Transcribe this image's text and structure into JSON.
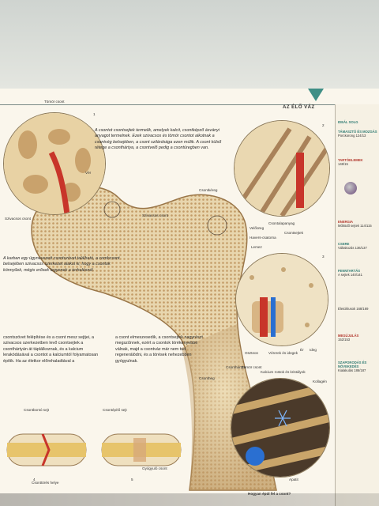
{
  "header": {
    "section_title": "AZ ÉLŐ VÁZ"
  },
  "labels": {
    "top_bone": "Tömör csont",
    "vein": "Vér",
    "spongy_bone": "Szivacsos csont",
    "spongy_bone_mid": "Szivacsos csont",
    "cortical_bone": "Csontkéreg",
    "compact_bone": "Tömör csont",
    "basic_substance": "Csontalapanyag",
    "bone_marrow": "Velőüreg",
    "osteocyte": "Csontsejtek",
    "haversian_canal": "Havers-csatorna",
    "lamellae": "Lemez",
    "blood_vessel": "Ér",
    "nerve": "Ideg",
    "lining": "Csonthártya",
    "collagen": "Kollagén",
    "apatite": "Apatit",
    "osteoclast": "Csontbontó sejt",
    "osteoblast_block": "Csontépítő sejt",
    "osteon": "Oszteon",
    "vessels_nerves": "Vérerek és idegek",
    "calcium": "Kalcium rostok és kristályok",
    "damaged_bone": "Csonttörés helye",
    "healing_bone": "Gyógyuló csont",
    "callus": "Csontheg",
    "fig_caption": "Hogyan épül fel a csont?"
  },
  "texts": {
    "main_italic": "A csontot csontsejtek termelik, amelyek kalcit, csontképző ásványi anyagot termelnek. Ezek szivacsos és tömör csontot alkotnak a csontvég belsejében, a csont szilárdsága ezen múlik. A csont külső rétege a csonthártya, a csontvelő pedig a csontüregben van.",
    "left_caption": "A karban egy úgynevezett csontszövet található, a combcsont belsejében szivacsos szerkezet alakul ki, hogy a csontok könnyűek, mégis erősek legyenek a terhelésnél.",
    "body_left": "csontszövet felépítése és a csont mesz sejtjei, a szivacsos szerkezetben levő csontsejtek a csonthártyán át táplálkoznak, és a kalcium lerakódásával a csontot a kalciumtól folyamatosan építik. Ha az életkor előrehaladtával a",
    "body_right": "a csont elmeszesedik, a csontsejtek nagyrészt megszűnnek, ezért a csontok törékenyebbé válnak, majd a csontváz már nem tud regenerálódni, és a törések nehezebben gyógyulnak."
  },
  "sidebar": [
    {
      "head": "Ideál solg",
      "body": ""
    },
    {
      "head": "TÁMASZTÓ ÉS MOZGÁS",
      "body": "Porckorong 124/13"
    },
    {
      "head": "Tartóelemek",
      "body": "148/15"
    },
    {
      "head": "ENERGIA",
      "body": "Működő sejtek 114/115"
    },
    {
      "head": "CSERE",
      "body": "Váltakozás 136/137"
    },
    {
      "head": "FENNTARTÁS",
      "body": "A sejtek 140/141"
    },
    {
      "head": "",
      "body": "Életciklusok 168/169"
    },
    {
      "head": "Megújulás",
      "body": "152/153"
    },
    {
      "head": "SZAPORODÁS ÉS NÖVEKEDÉS",
      "body": "Kialakulás 186/187"
    }
  ],
  "numbers": {
    "fig1": "1",
    "fig2": "2",
    "fig3": "3",
    "fig4": "4",
    "fig5": "5"
  },
  "colors": {
    "bone": "#e2cfa6",
    "bone_dark": "#a07a4e",
    "marrow": "#cc3a2a",
    "accent": "#3f8f86",
    "blue": "#2a6fd1"
  }
}
